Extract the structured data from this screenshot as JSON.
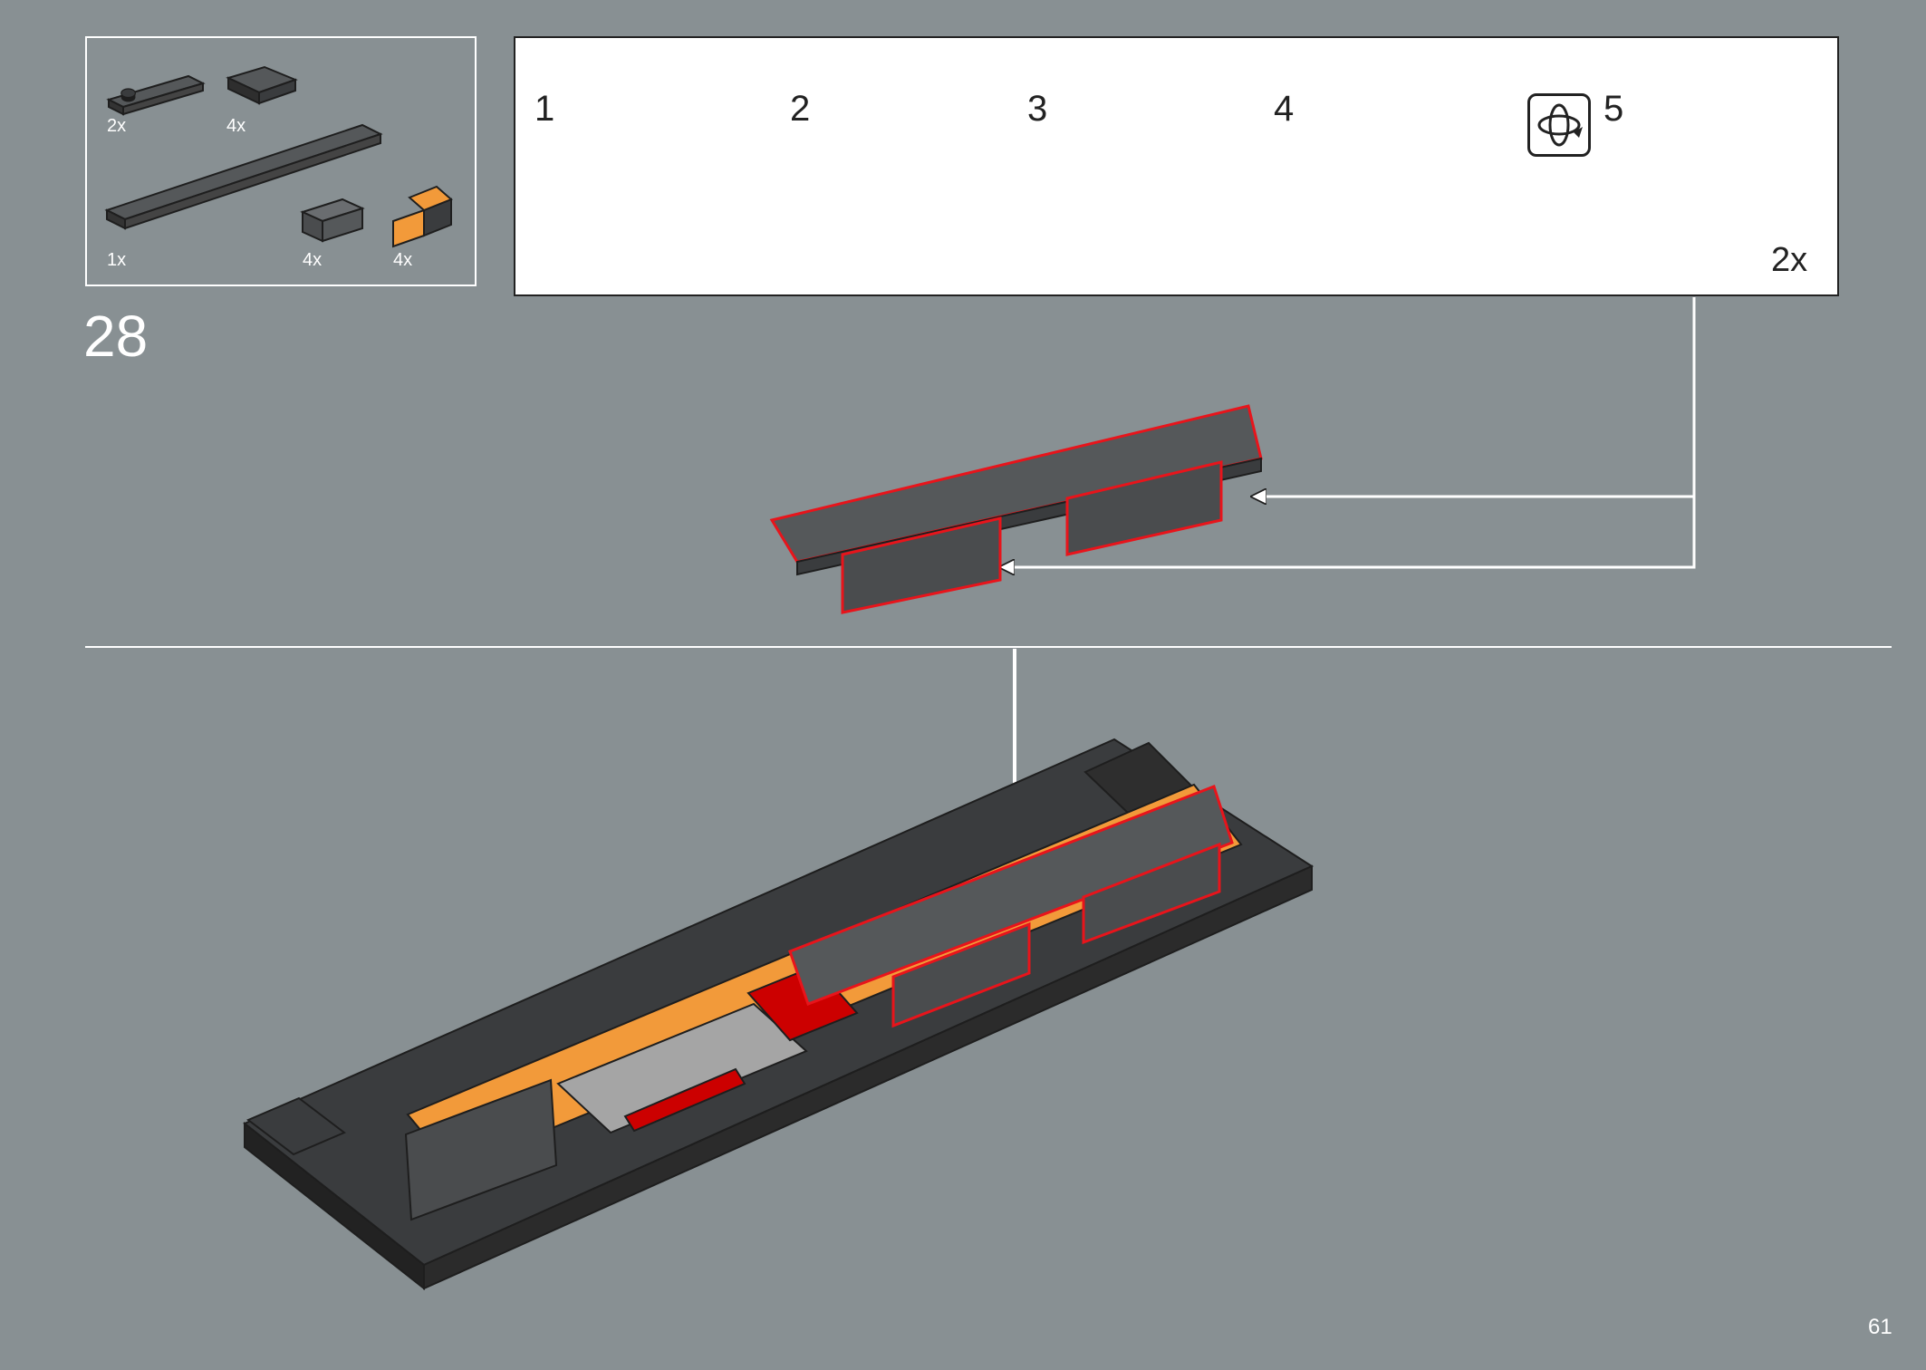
{
  "step": {
    "number": "28"
  },
  "parts": [
    {
      "qty": "2x",
      "name": "1x4 dark grey plate"
    },
    {
      "qty": "4x",
      "name": "dark grey bracket plate"
    },
    {
      "qty": "1x",
      "name": "1x16 dark grey plate"
    },
    {
      "qty": "4x",
      "name": "dark grey hinge brick"
    },
    {
      "qty": "4x",
      "name": "orange 2x2 bracket"
    }
  ],
  "callout": {
    "substeps": [
      "1",
      "2",
      "3",
      "4",
      "5"
    ],
    "multiplier": "2x",
    "rotate_icon": "rotate-model-icon"
  },
  "page": {
    "number": "61"
  },
  "colors": {
    "background": "#889093",
    "dark_grey": "#4a4c4e",
    "black_outline": "#1e1e1e",
    "orange": "#f29a3a",
    "red_highlight": "#e8141b",
    "green_arrow": "#2fa54a",
    "light_grey": "#a5a5a5",
    "red_brick": "#cc0000"
  }
}
